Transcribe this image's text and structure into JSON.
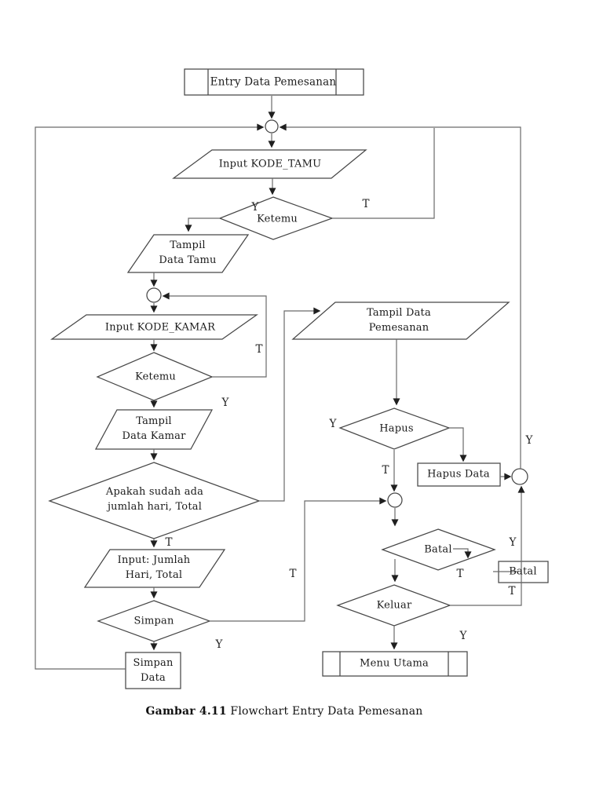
{
  "colors": {
    "shape_stroke": "#474747",
    "connector_stroke": "#6a6a6a",
    "arrow_fill": "#1f1f1f",
    "text": "#1b1b1b",
    "background": "#ffffff"
  },
  "nodes": {
    "entry": {
      "type": "predefined-process",
      "label": "Entry Data Pemesanan"
    },
    "input_kode_tamu": {
      "type": "input-output",
      "label": "Input KODE_TAMU"
    },
    "ketemu_tamu": {
      "type": "decision",
      "label": "Ketemu"
    },
    "tampil_data_tamu": {
      "type": "input-output",
      "label": "Tampil\nData Tamu"
    },
    "input_kode_kamar": {
      "type": "input-output",
      "label": "Input KODE_KAMAR"
    },
    "ketemu_kamar": {
      "type": "decision",
      "label": "Ketemu"
    },
    "tampil_data_kamar": {
      "type": "input-output",
      "label": "Tampil\nData Kamar"
    },
    "apakah_sudah_ada": {
      "type": "decision",
      "label": "Apakah sudah ada\njumlah hari, Total"
    },
    "input_jumlah_hari": {
      "type": "input-output",
      "label": "Input: Jumlah\nHari, Total"
    },
    "simpan": {
      "type": "decision",
      "label": "Simpan"
    },
    "simpan_data": {
      "type": "process",
      "label": "Simpan\nData"
    },
    "tampil_data_pemesanan": {
      "type": "input-output",
      "label": "Tampil Data\nPemesanan"
    },
    "hapus": {
      "type": "decision",
      "label": "Hapus"
    },
    "hapus_data": {
      "type": "process",
      "label": "Hapus Data"
    },
    "batal_decision": {
      "type": "decision",
      "label": "Batal"
    },
    "batal_box": {
      "type": "process",
      "label": "Batal"
    },
    "keluar": {
      "type": "decision",
      "label": "Keluar"
    },
    "menu_utama": {
      "type": "predefined-process",
      "label": "Menu Utama"
    }
  },
  "branch_labels": {
    "ketemu_tamu_y": "Y",
    "ketemu_tamu_t": "T",
    "ketemu_kamar_t": "T",
    "ketemu_kamar_y": "Y",
    "apakah_t": "T",
    "simpan_t": "T",
    "simpan_y": "Y",
    "hapus_y": "Y",
    "hapus_t": "T",
    "right_line_upper_y": "Y",
    "right_line_lower_y": "Y",
    "batal_t": "T",
    "keluar_t": "T",
    "keluar_y": "Y"
  },
  "caption": {
    "bold": "Gambar 4.11",
    "text": " Flowchart Entry Data Pemesanan"
  }
}
